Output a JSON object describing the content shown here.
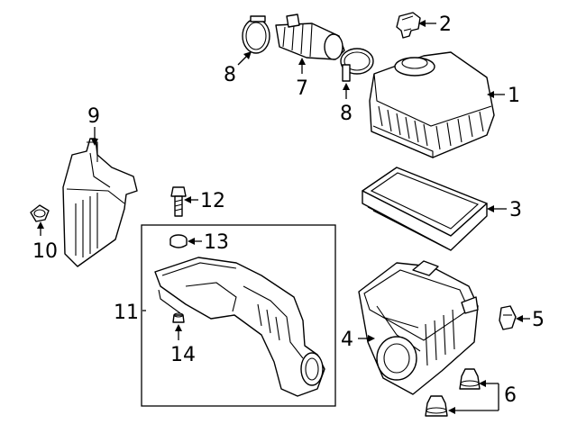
{
  "callouts": [
    {
      "id": "c1",
      "label": "1"
    },
    {
      "id": "c2",
      "label": "2"
    },
    {
      "id": "c3",
      "label": "3"
    },
    {
      "id": "c4",
      "label": "4"
    },
    {
      "id": "c5",
      "label": "5"
    },
    {
      "id": "c6",
      "label": "6"
    },
    {
      "id": "c7",
      "label": "7"
    },
    {
      "id": "c8a",
      "label": "8"
    },
    {
      "id": "c8b",
      "label": "8"
    },
    {
      "id": "c9",
      "label": "9"
    },
    {
      "id": "c10",
      "label": "10"
    },
    {
      "id": "c11",
      "label": "11"
    },
    {
      "id": "c12",
      "label": "12"
    },
    {
      "id": "c13",
      "label": "13"
    },
    {
      "id": "c14",
      "label": "14"
    }
  ]
}
